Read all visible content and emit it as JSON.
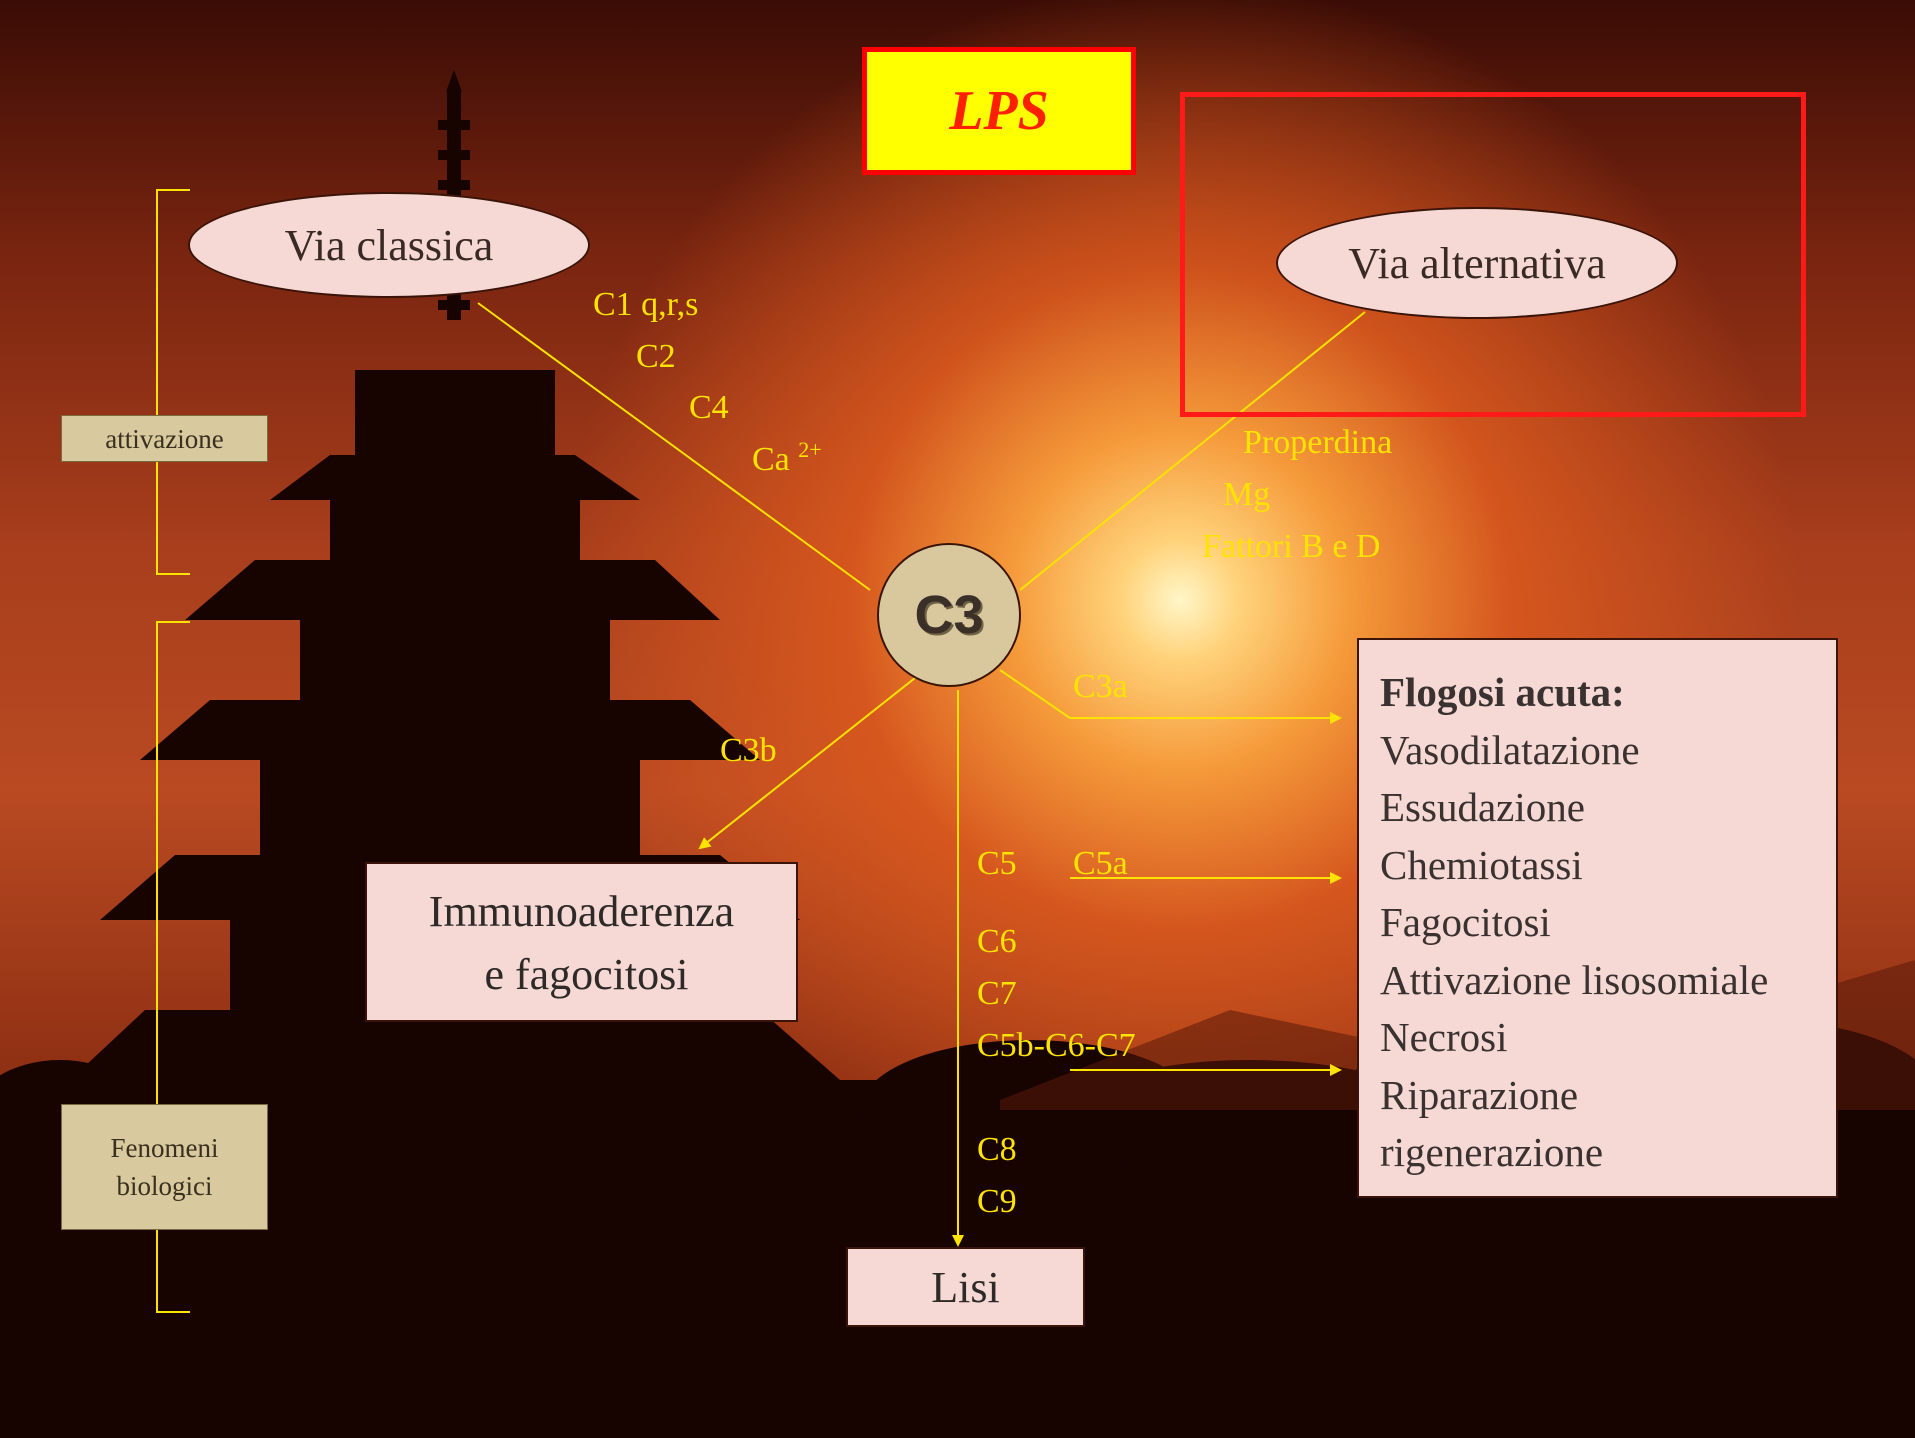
{
  "lps": "LPS",
  "via_classica": "Via classica",
  "via_alternativa": "Via alternativa",
  "c3": "C3",
  "classical_factors": [
    "C1 q,r,s",
    "C2",
    "C4"
  ],
  "calcium": {
    "base": "Ca",
    "superscript": "2+"
  },
  "alternative_factors": [
    "Properdina",
    "Mg",
    "Fattori B e D"
  ],
  "c3a": "C3a",
  "c3b": "C3b",
  "c5": "C5",
  "c5a": "C5a",
  "lysis_chain": [
    "C6",
    "C7",
    "C5b-C6-C7"
  ],
  "c8": "C8",
  "c9": "C9",
  "immunoaderenza": [
    "Immunoaderenza",
    "e fagocitosi"
  ],
  "lisi": "Lisi",
  "flogosi": {
    "title": "Flogosi acuta:",
    "items": [
      "Vasodilatazione",
      "Essudazione",
      "Chemiotassi",
      "Fagocitosi",
      "Attivazione lisosomiale",
      "Necrosi",
      "Riparazione",
      "rigenerazione"
    ]
  },
  "side_labels": {
    "attivazione": "attivazione",
    "fenomeni": [
      "Fenomeni",
      "biologici"
    ]
  },
  "colors": {
    "label_yellow": "#ffe300",
    "box_pink": "#f6d9d4",
    "box_tan": "#d8c99e",
    "lps_fill": "#ffff00",
    "lps_text": "#ff2000",
    "frame_red": "#ff1a1a"
  }
}
